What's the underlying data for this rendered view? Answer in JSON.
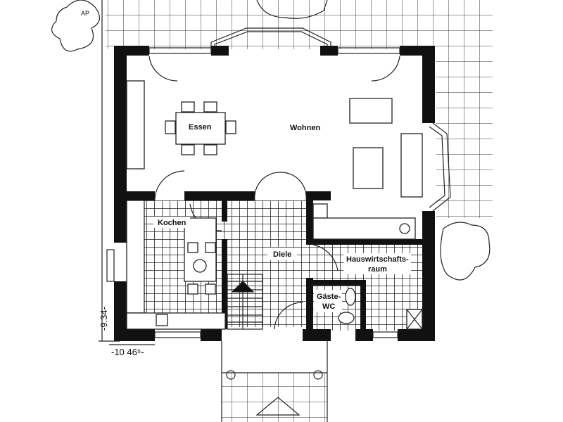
{
  "plan": {
    "rooms": {
      "essen": "Essen",
      "wohnen": "Wohnen",
      "kochen": "Kochen",
      "diele": "Diele",
      "hwr_line1": "Hauswirtschafts-",
      "hwr_line2": "raum",
      "wc_line1": "Gäste-",
      "wc_line2": "WC"
    },
    "dimensions": {
      "depth": "-9.34-",
      "width": "-10 46⁵-"
    },
    "annotation": "AP"
  }
}
